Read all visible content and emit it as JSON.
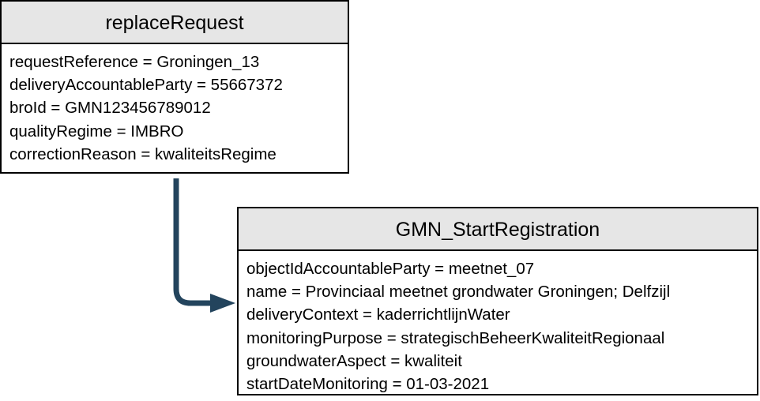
{
  "colors": {
    "header_fill": "#e6e6e6",
    "border": "#000000",
    "connector": "#23445d"
  },
  "boxes": [
    {
      "title": "replaceRequest",
      "attributes": [
        "requestReference = Groningen_13",
        "deliveryAccountableParty = 55667372",
        "broId = GMN123456789012",
        "qualityRegime = IMBRO",
        "correctionReason = kwaliteitsRegime"
      ]
    },
    {
      "title": "GMN_StartRegistration",
      "attributes": [
        "objectIdAccountableParty = meetnet_07",
        "name = Provinciaal meetnet grondwater Groningen; Delfzijl",
        "deliveryContext = kaderrichtlijnWater",
        "monitoringPurpose = strategischBeheerKwaliteitRegionaal",
        "groundwaterAspect = kwaliteit",
        "startDateMonitoring = 01-03-2021"
      ]
    }
  ],
  "connector": {
    "from": "replaceRequest",
    "to": "GMN_StartRegistration",
    "icon": "arrow-right-icon"
  }
}
